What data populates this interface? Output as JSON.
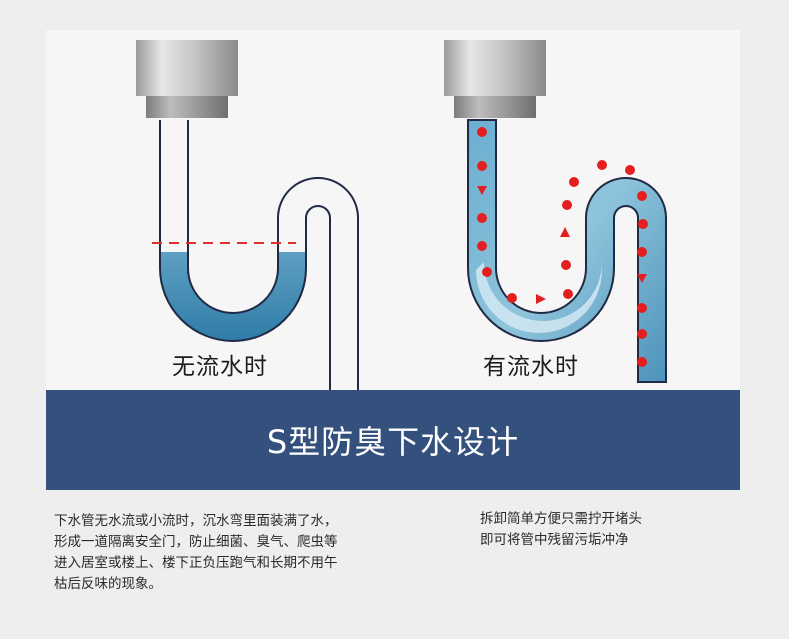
{
  "captions": {
    "no_flow": "无流水时",
    "with_flow": "有流水时"
  },
  "banner": {
    "title": "S型防臭下水设计"
  },
  "description_left": [
    "下水管无水流或小流时，沉水弯里面装满了水，",
    "形成一道隔离安全门，防止细菌、臭气、爬虫等",
    "进入居室或楼上、楼下正负压跑气和长期不用午",
    "枯后反味的现象。"
  ],
  "description_right": [
    "拆卸简单方便只需拧开堵头",
    "即可将管中残留污垢冲净"
  ],
  "colors": {
    "banner": "#34507c",
    "water": "#5b9ec0",
    "flow_arrows": "#e41f1f",
    "water_level_line": "#e23030"
  }
}
